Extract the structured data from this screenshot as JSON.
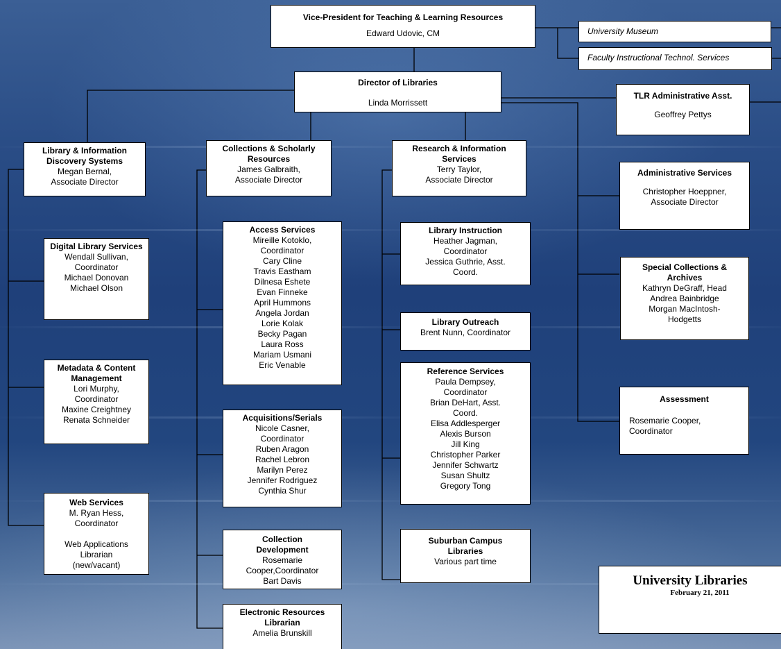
{
  "vp": {
    "title": "Vice-President for Teaching & Learning Resources",
    "name": "Edward Udovic, CM"
  },
  "side_units": {
    "museum": "University Museum",
    "fits": "Faculty Instructional Technol. Services"
  },
  "director": {
    "title": "Director of Libraries",
    "name": "Linda Morrissett"
  },
  "tlr_asst": {
    "title": "TLR Administrative Asst.",
    "name": "Geoffrey Pettys"
  },
  "lids": {
    "title": "Library & Information Discovery Systems",
    "name": "Megan Bernal,",
    "role": "Associate Director"
  },
  "csr": {
    "title": "Collections & Scholarly Resources",
    "name": "James Galbraith,",
    "role": "Associate Director"
  },
  "ris": {
    "title": "Research & Information Services",
    "name": "Terry Taylor,",
    "role": "Associate Director"
  },
  "admin": {
    "title": "Administrative Services",
    "name": "Christopher Hoeppner,",
    "role": "Associate Director"
  },
  "digital": {
    "title": "Digital Library Services",
    "staff": [
      "Wendall Sullivan,",
      "Coordinator",
      "Michael Donovan",
      "Michael Olson"
    ]
  },
  "metadata": {
    "title": "Metadata & Content Management",
    "staff": [
      "Lori Murphy,",
      "Coordinator",
      "Maxine Creightney",
      "Renata Schneider"
    ]
  },
  "web": {
    "title": "Web Services",
    "staff": [
      "M. Ryan Hess,",
      "Coordinator",
      "",
      "Web Applications",
      "Librarian",
      "(new/vacant)"
    ]
  },
  "access": {
    "title": "Access Services",
    "staff": [
      "Mireille Kotoklo,",
      "Coordinator",
      "Cary Cline",
      "Travis Eastham",
      "Dilnesa Eshete",
      "Evan Finneke",
      "April Hummons",
      "Angela Jordan",
      "Lorie Kolak",
      "Becky Pagan",
      "Laura Ross",
      "Mariam Usmani",
      "Eric Venable"
    ]
  },
  "acq": {
    "title": "Acquisitions/Serials",
    "staff": [
      "Nicole Casner,",
      "Coordinator",
      "Ruben Aragon",
      "Rachel Lebron",
      "Marilyn Perez",
      "Jennifer Rodriguez",
      "Cynthia Shur"
    ]
  },
  "colldev": {
    "title": "Collection Development",
    "staff": [
      "Rosemarie",
      "Cooper,Coordinator",
      "Bart Davis"
    ]
  },
  "eres": {
    "title": "Electronic Resources Librarian",
    "staff": [
      "Amelia Brunskill"
    ]
  },
  "instr": {
    "title": "Library Instruction",
    "staff": [
      "Heather Jagman,",
      "Coordinator",
      "Jessica Guthrie, Asst.",
      "Coord."
    ]
  },
  "outreach": {
    "title": "Library Outreach",
    "staff": [
      "Brent Nunn, Coordinator"
    ]
  },
  "ref": {
    "title": "Reference Services",
    "staff": [
      "Paula Dempsey,",
      "Coordinator",
      "Brian DeHart, Asst.",
      "Coord.",
      "Elisa Addlesperger",
      "Alexis Burson",
      "Jill King",
      "Christopher Parker",
      "Jennifer Schwartz",
      "Susan Shultz",
      "Gregory Tong"
    ]
  },
  "suburban": {
    "title": "Suburban Campus Libraries",
    "staff": [
      "Various part time"
    ]
  },
  "special": {
    "title": "Special Collections & Archives",
    "staff": [
      "Kathryn DeGraff, Head",
      "Andrea Bainbridge",
      "Morgan MacIntosh-",
      "Hodgetts"
    ]
  },
  "assess": {
    "title": "Assessment",
    "name": "Rosemarie Cooper,",
    "role": "Coordinator"
  },
  "stamp": {
    "title": "University Libraries",
    "date": "February 21, 2011"
  }
}
